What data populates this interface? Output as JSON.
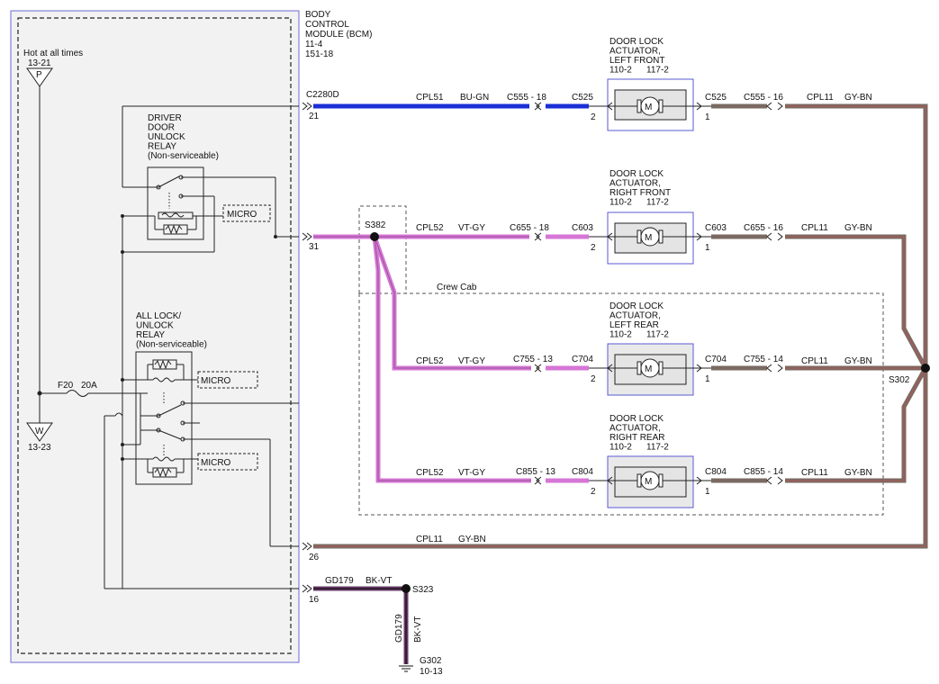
{
  "module": {
    "title": [
      "BODY",
      "CONTROL",
      "MODULE (BCM)",
      "11-4",
      "151-18"
    ],
    "power_label": "Hot at all times",
    "power_ref": "13-21",
    "power_glyph": "P",
    "ground_glyph": "W",
    "ground_ref": "13-23",
    "fuse_label": "F20",
    "fuse_rating": "20A"
  },
  "relays": {
    "driver": [
      "DRIVER",
      "DOOR",
      "UNLOCK",
      "RELAY",
      "(Non-serviceable)"
    ],
    "all_lock": [
      "ALL LOCK/",
      "UNLOCK",
      "RELAY",
      "(Non-serviceable)"
    ],
    "micro_label": "MICRO"
  },
  "pins": {
    "p21_conn": "C2280D",
    "p21": "21",
    "p31": "31",
    "p26": "26",
    "p16": "16"
  },
  "wires": {
    "cpl51": "CPL51",
    "bu_gn": "BU-GN",
    "cpl52": "CPL52",
    "vt_gy": "VT-GY",
    "cpl11": "CPL11",
    "gy_bn": "GY-BN",
    "gd179": "GD179",
    "bk_vt": "BK-VT"
  },
  "colors": {
    "bu_gn": "#1a2fd6",
    "vt_gy": "#d676d6",
    "gy_bn": "#7a6a62",
    "bk_vt": "#6a3a6a"
  },
  "splices": {
    "s382": "S382",
    "s302": "S302",
    "s323": "S323",
    "g302": "G302",
    "g302_ref": "10-13"
  },
  "crew_cab": "Crew Cab",
  "actuators": [
    {
      "name": [
        "DOOR LOCK",
        "ACTUATOR,",
        "LEFT FRONT"
      ],
      "refs": [
        "110-2",
        "117-2"
      ],
      "in_conn": "C555 - 18",
      "in_conn2": "C525",
      "pin_in": "2",
      "out_conn": "C525",
      "pin_out": "1",
      "out_conn2": "C555 - 16"
    },
    {
      "name": [
        "DOOR LOCK",
        "ACTUATOR,",
        "RIGHT FRONT"
      ],
      "refs": [
        "110-2",
        "117-2"
      ],
      "in_conn": "C655 - 18",
      "in_conn2": "C603",
      "pin_in": "2",
      "out_conn": "C603",
      "pin_out": "1",
      "out_conn2": "C655 - 16"
    },
    {
      "name": [
        "DOOR LOCK",
        "ACTUATOR,",
        "LEFT REAR"
      ],
      "refs": [
        "110-2",
        "117-2"
      ],
      "in_conn": "C755 - 13",
      "in_conn2": "C704",
      "pin_in": "2",
      "out_conn": "C704",
      "pin_out": "1",
      "out_conn2": "C755 - 14"
    },
    {
      "name": [
        "DOOR LOCK",
        "ACTUATOR,",
        "RIGHT REAR"
      ],
      "refs": [
        "110-2",
        "117-2"
      ],
      "in_conn": "C855 - 13",
      "in_conn2": "C804",
      "pin_in": "2",
      "out_conn": "C804",
      "pin_out": "1",
      "out_conn2": "C855 - 14"
    }
  ],
  "motor_glyph": "M"
}
